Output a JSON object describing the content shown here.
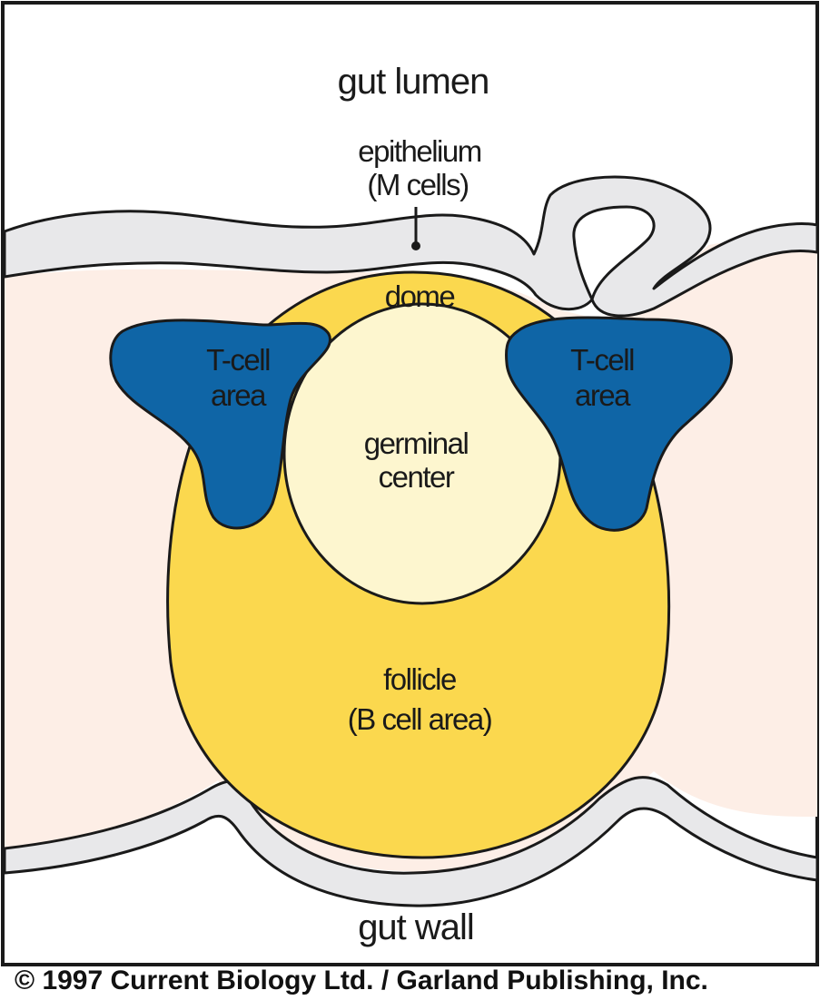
{
  "labels": {
    "gut_lumen": "gut lumen",
    "epithelium_line1": "epithelium",
    "epithelium_line2": "(M cells)",
    "dome": "dome",
    "tcell_left_line1": "T-cell",
    "tcell_left_line2": "area",
    "tcell_right_line1": "T-cell",
    "tcell_right_line2": "area",
    "germinal_line1": "germinal",
    "germinal_line2": "center",
    "follicle_line1": "follicle",
    "follicle_line2": "(B cell  area)",
    "gut_wall": "gut wall"
  },
  "copyright": "© 1997 Current Biology Ltd. / Garland Publishing, Inc.",
  "colors": {
    "tissue": "#fdeee6",
    "epithelium": "#e8e8ea",
    "follicle": "#fbd84e",
    "germinal_center": "#fdf6cf",
    "tcell": "#0f65a6",
    "outline": "#1a1a1a"
  }
}
